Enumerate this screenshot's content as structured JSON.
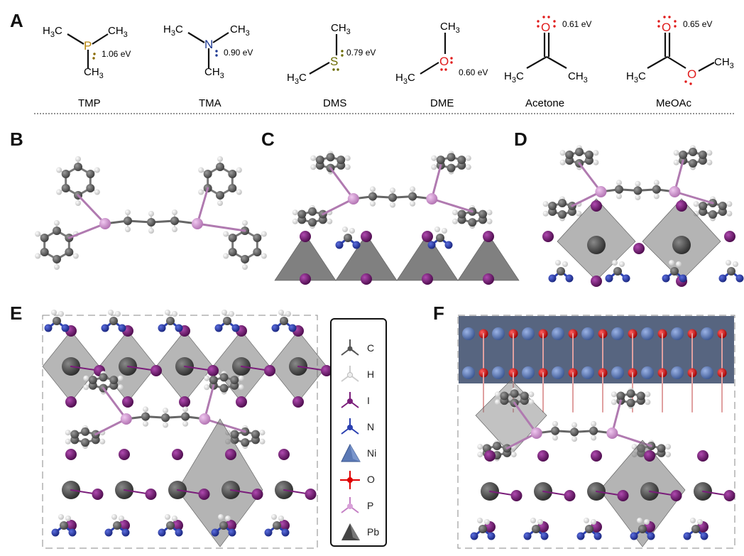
{
  "panels": {
    "a": "A",
    "b": "B",
    "c": "C",
    "d": "D",
    "e": "E",
    "f": "F"
  },
  "molecules": [
    {
      "name": "TMP",
      "energy": "1.06 eV",
      "heteroatom": "P",
      "color": "#b8860b"
    },
    {
      "name": "TMA",
      "energy": "0.90 eV",
      "heteroatom": "N",
      "color": "#1f3a93"
    },
    {
      "name": "DMS",
      "energy": "0.79 eV",
      "heteroatom": "S",
      "color": "#6b6b00"
    },
    {
      "name": "DME",
      "energy": "0.60 eV",
      "heteroatom": "O",
      "color": "#e01b1b"
    },
    {
      "name": "Acetone",
      "energy": "0.61 eV",
      "heteroatom": "O",
      "color": "#e01b1b"
    },
    {
      "name": "MeOAc",
      "energy": "0.65 eV",
      "heteroatom": "O",
      "color": "#e01b1b"
    }
  ],
  "groups": {
    "ch3": "CH3",
    "h3c": "H3C"
  },
  "legend": [
    {
      "symbol": "C",
      "color": "#555555"
    },
    {
      "symbol": "H",
      "color": "#dddddd"
    },
    {
      "symbol": "I",
      "color": "#7a1d7a"
    },
    {
      "symbol": "N",
      "color": "#2a3fb0"
    },
    {
      "symbol": "Ni",
      "color": "#5b79b5"
    },
    {
      "symbol": "O",
      "color": "#e00000"
    },
    {
      "symbol": "P",
      "color": "#d8a0d8"
    },
    {
      "symbol": "Pb",
      "color": "#444444"
    }
  ]
}
